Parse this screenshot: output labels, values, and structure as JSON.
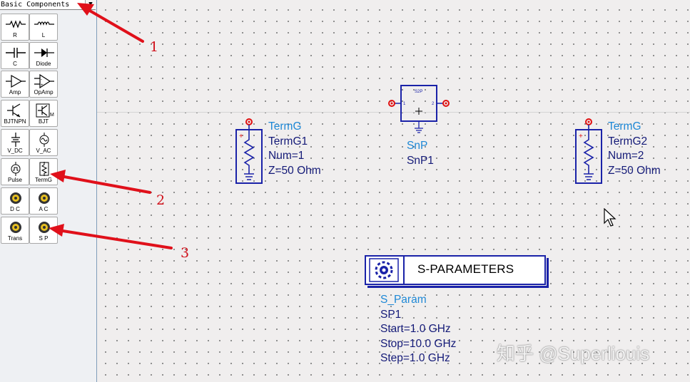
{
  "palette": {
    "library": "Basic Components",
    "items": [
      {
        "label": "R",
        "icon": "resistor-icon"
      },
      {
        "label": "L",
        "icon": "inductor-icon"
      },
      {
        "label": "C",
        "icon": "capacitor-icon"
      },
      {
        "label": "Diode",
        "icon": "diode-icon"
      },
      {
        "label": "Amp",
        "icon": "amplifier-icon"
      },
      {
        "label": "OpAmp",
        "icon": "opamp-icon"
      },
      {
        "label": "BJTNPN",
        "icon": "bjt-npn-icon"
      },
      {
        "label": "BJT",
        "icon": "bjt-icon"
      },
      {
        "label": "V_DC",
        "icon": "dc-voltage-source-icon"
      },
      {
        "label": "V_AC",
        "icon": "ac-voltage-source-icon"
      },
      {
        "label": "Pulse",
        "icon": "pulse-source-icon"
      },
      {
        "label": "TermG",
        "icon": "termg-icon"
      },
      {
        "label": "D C",
        "icon": "dc-simulation-icon"
      },
      {
        "label": "A C",
        "icon": "ac-simulation-icon"
      },
      {
        "label": "Trans",
        "icon": "transient-simulation-icon"
      },
      {
        "label": "S P",
        "icon": "sparameter-simulation-icon"
      }
    ]
  },
  "schematic": {
    "term1": {
      "type": "TermG",
      "name": "TermG1",
      "num": "Num=1",
      "z": "Z=50 Ohm"
    },
    "term2": {
      "type": "TermG",
      "name": "TermG2",
      "num": "Num=2",
      "z": "Z=50 Ohm"
    },
    "snp": {
      "type": "SnP",
      "name": "SnP1",
      "block_label": "S2P",
      "pin1": "1",
      "pin2": "2"
    },
    "sparam": {
      "title": "S-PARAMETERS",
      "type": "S_Param",
      "name": "SP1",
      "start": "Start=1.0 GHz",
      "stop": "Stop=10.0 GHz",
      "step": "Step=1.0 GHz"
    }
  },
  "annotations": {
    "callout1": "1",
    "callout2": "2",
    "callout3": "3"
  },
  "watermark": "知乎 @Superliouis",
  "colors": {
    "wire": "#1a22a8",
    "param_blue": "#1e88d6",
    "text_navy": "#141a78",
    "callout_red": "#e0101a",
    "pin_red": "#e01010"
  }
}
